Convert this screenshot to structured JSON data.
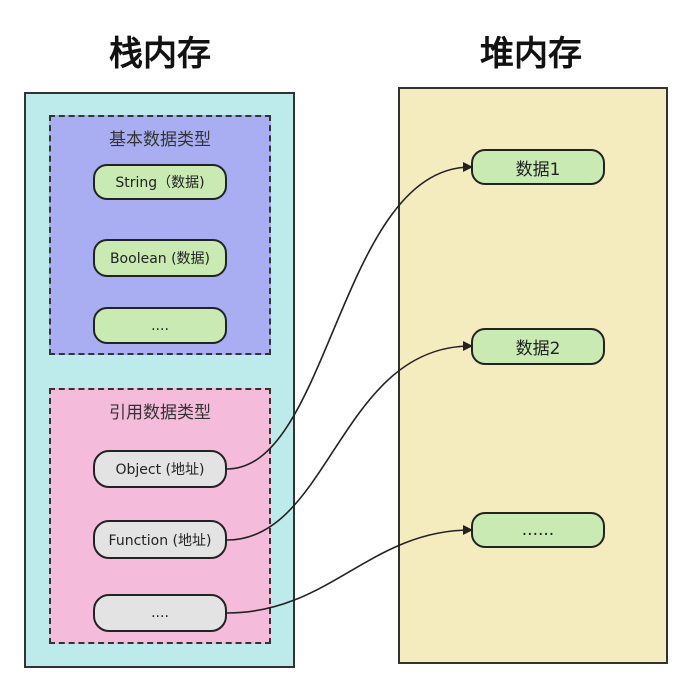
{
  "titles": {
    "stack": "栈内存",
    "heap": "堆内存"
  },
  "stack": {
    "primitive_group": {
      "title": "基本数据类型",
      "items": [
        "String（数据)",
        "Boolean (数据)",
        "...."
      ]
    },
    "reference_group": {
      "title": "引用数据类型",
      "items": [
        "Object (地址)",
        "Function (地址)",
        "...."
      ]
    }
  },
  "heap": {
    "items": [
      "数据1",
      "数据2",
      "......"
    ]
  },
  "colors": {
    "stack_panel": "#bdeaea",
    "heap_panel": "#f4ebbf",
    "primitive_group": "#a9aef2",
    "reference_group": "#f4bbdb",
    "green_pill": "#c9eab2",
    "gray_pill": "#e3e3e3"
  }
}
